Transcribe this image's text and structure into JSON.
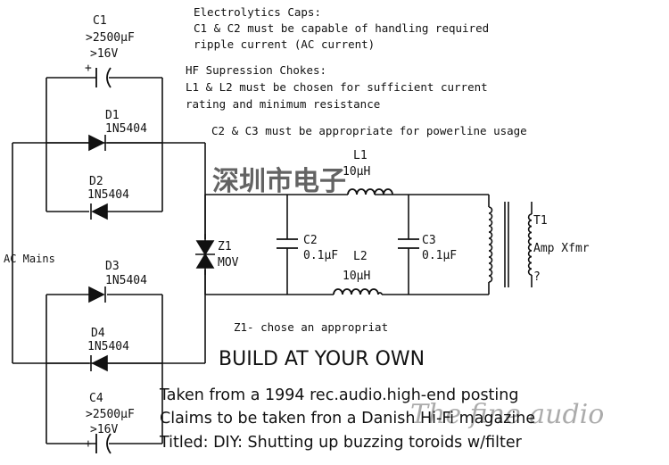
{
  "notes": {
    "caps_title": "Electrolytics Caps:",
    "caps_line1": "C1 & C2 must be capable of handling required",
    "caps_line2": "ripple current (AC current)",
    "chokes_title": "HF Supression Chokes:",
    "chokes_line1": "L1 & L2 must be chosen for sufficient current",
    "chokes_line2": "rating and minimum resistance",
    "c2c3_note": "C2 & C3 must be appropriate for powerline usage",
    "z1_note": "Z1- chose an appropriat"
  },
  "components": {
    "c1_name": "C1",
    "c1_value": ">2500µF",
    "c1_voltage": ">16V",
    "c1_polarity": "+",
    "d1_name": "D1",
    "d1_part": "1N5404",
    "d2_name": "D2",
    "d2_part": "1N5404",
    "d3_name": "D3",
    "d3_part": "1N5404",
    "d4_name": "D4",
    "d4_part": "1N5404",
    "c4_name": "C4",
    "c4_value": ">2500µF",
    "c4_voltage": ">16V",
    "c4_polarity": "+",
    "z1_name": "Z1",
    "z1_type": "MOV",
    "l1_name": "L1",
    "l1_value": "10µH",
    "l2_name": "L2",
    "l2_value": "10µH",
    "c2_name": "C2",
    "c2_value": "0.1µF",
    "c3_name": "C3",
    "c3_value": "0.1µF",
    "t1_name": "T1",
    "t1_desc": "Amp Xfmr",
    "t1_question": "?"
  },
  "labels": {
    "ac_mains": "AC Mains"
  },
  "footer": {
    "warning": "BUILD AT YOUR OWN",
    "source_line1": "Taken from a 1994 rec.audio.high-end posting",
    "source_line2": "Claims to be taken fron a Danish Hi-Fi magazine",
    "source_line3": "Titled: DIY: Shutting up buzzing toroids w/filter"
  },
  "watermark": {
    "chinese": "深圳市电子",
    "script": "The fine audio"
  },
  "colors": {
    "line": "#111111",
    "watermark_red": "#e8a0a0"
  }
}
